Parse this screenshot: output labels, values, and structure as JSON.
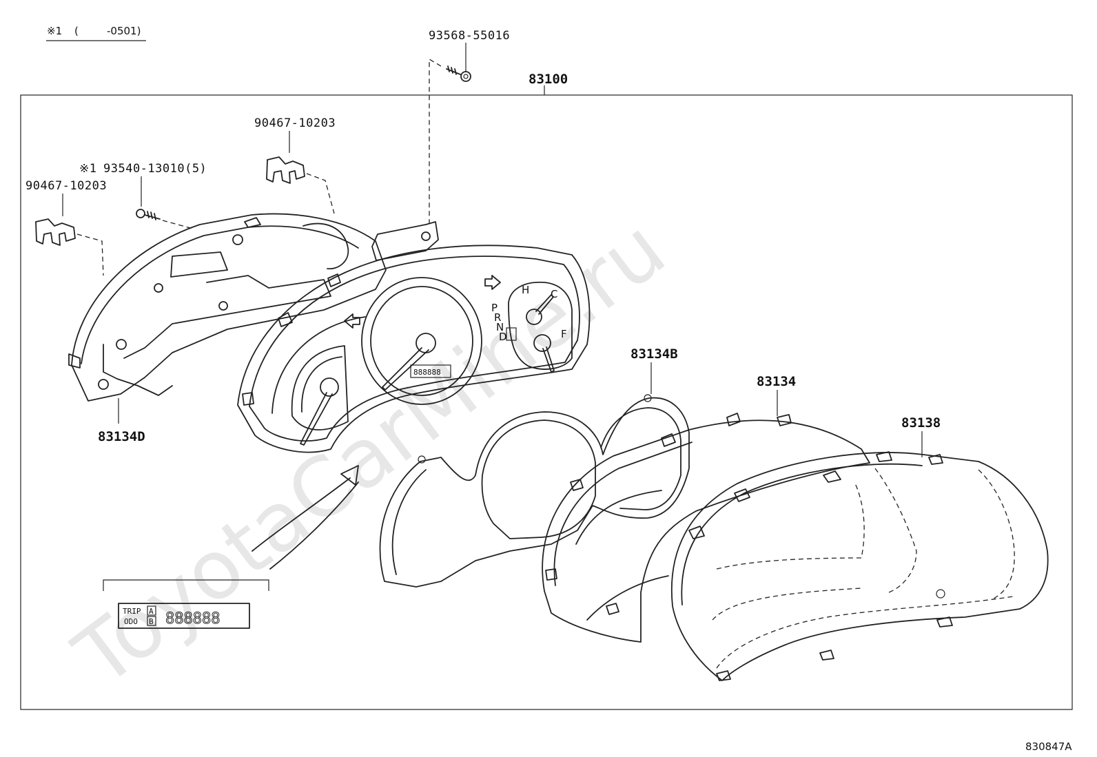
{
  "note": {
    "mark": "※1",
    "range": "-0501)",
    "paren_open": "("
  },
  "labels": {
    "screw_top": "93568-55016",
    "assembly": "83100",
    "clip_right": "90467-10203",
    "screw_left_mark": "※1",
    "screw_left": "93540-13010(5)",
    "clip_left": "90467-10203",
    "case_rear": "83134D",
    "plate_b": "83134B",
    "plate": "83134",
    "lens": "83138"
  },
  "detail": {
    "trip": "TRIP",
    "odo": "ODO",
    "a": "A",
    "b": "B",
    "digits": "888888"
  },
  "dial": {
    "shift_p": "P",
    "shift_r": "R",
    "shift_n": "N",
    "shift_d": "D",
    "temp_h": "H",
    "temp_c": "C",
    "fuel_f": "F"
  },
  "watermark": "ToyotaCarMine.ru",
  "figure_id": "830847A"
}
